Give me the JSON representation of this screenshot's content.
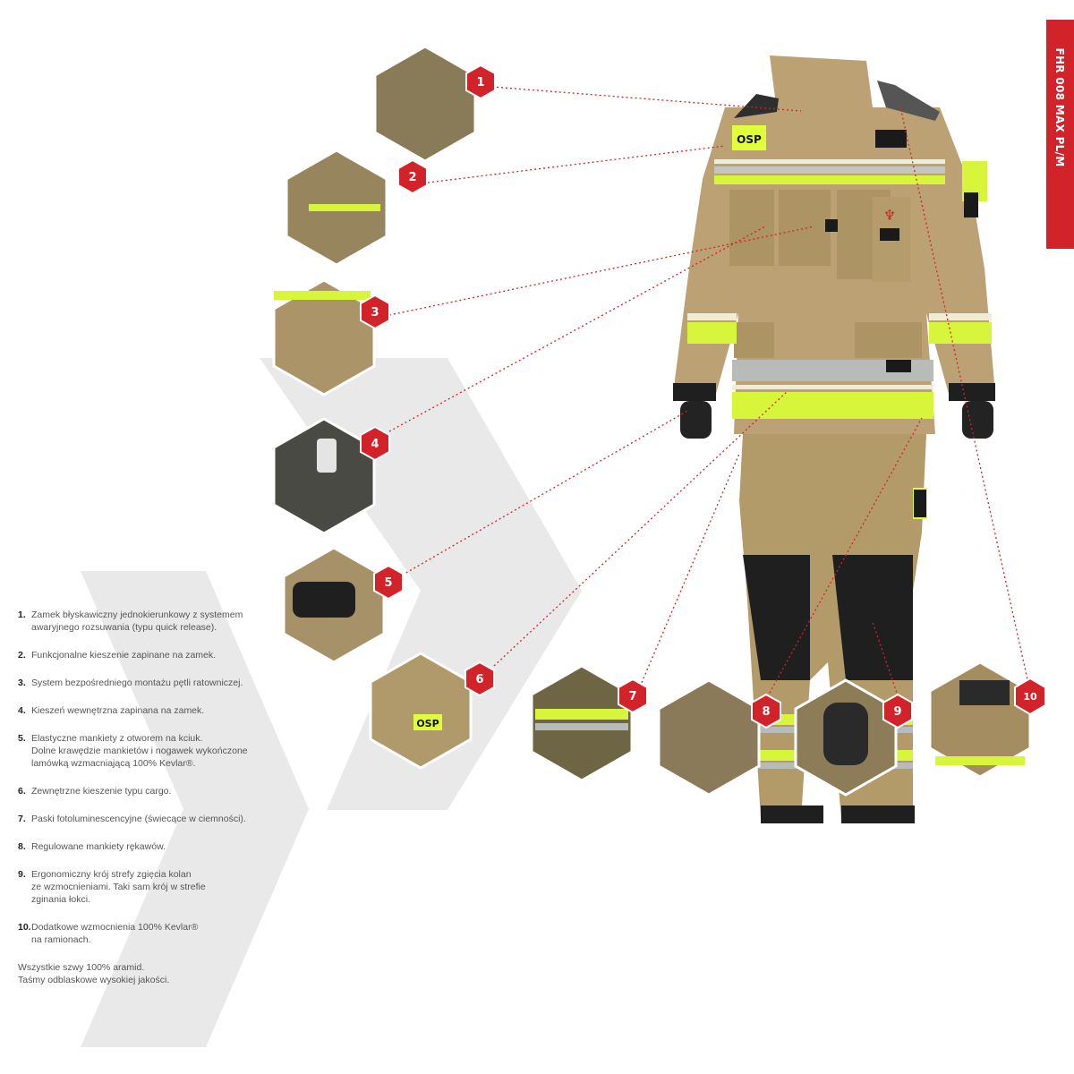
{
  "product_tab": "FHR 008 MAX PL/M",
  "patch_text": "OSP",
  "colors": {
    "brand_red": "#d2232a",
    "suit_tan": "#b9a072",
    "reflective_yellow": "#d7f53a",
    "reflective_silver": "#b8bcb8",
    "reinforcement_black": "#1e1e1e"
  },
  "callouts": [
    {
      "number": "1"
    },
    {
      "number": "2"
    },
    {
      "number": "3"
    },
    {
      "number": "4"
    },
    {
      "number": "5"
    },
    {
      "number": "6"
    },
    {
      "number": "7"
    },
    {
      "number": "8"
    },
    {
      "number": "9"
    },
    {
      "number": "10"
    }
  ],
  "features": [
    {
      "number": "1.",
      "text": "Zamek błyskawiczny jednokierunkowy z systemem\n  awaryjnego rozsuwania (typu quick release)."
    },
    {
      "number": "2.",
      "text": "Funkcjonalne kieszenie zapinane na zamek."
    },
    {
      "number": "3.",
      "text": "System bezpośredniego montażu pętli ratowniczej."
    },
    {
      "number": "4.",
      "text": "Kieszeń wewnętrzna zapinana na zamek."
    },
    {
      "number": "5.",
      "text": "Elastyczne mankiety z otworem na kciuk.\n Dolne krawędzie mankietów i nogawek wykończone\n lamówką wzmacniającą 100% Kevlar®."
    },
    {
      "number": "6.",
      "text": "Zewnętrzne kieszenie typu cargo."
    },
    {
      "number": "7.",
      "text": "Paski fotoluminescencyjne (świecące w ciemności)."
    },
    {
      "number": "8.",
      "text": "Regulowane mankiety rękawów."
    },
    {
      "number": "9.",
      "text": "Ergonomiczny krój strefy zgięcia kolan\n ze wzmocnieniami. Taki sam krój w strefie\n zginania łokci."
    },
    {
      "number": "10.",
      "text": "Dodatkowe wzmocnienia 100% Kevlar®\n na ramionach."
    }
  ],
  "footnote": "Wszystkie szwy 100% aramid.\nTaśmy odblaskowe wysokiej jakości."
}
